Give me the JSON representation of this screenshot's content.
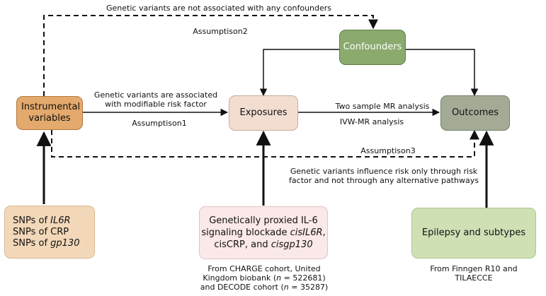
{
  "nodes": {
    "instrumental_variables": {
      "label": "Instrumental variables",
      "color": "#e4a96c",
      "border": "#b47a3e"
    },
    "exposures": {
      "label": "Exposures",
      "color": "#f2ddd0",
      "border": "#c9ab99"
    },
    "confounders": {
      "label": "Confounders",
      "color": "#8aaa6e",
      "border": "#5f7e4a"
    },
    "outcomes": {
      "label": "Outcomes",
      "color": "#a3ab97",
      "border": "#767e6b"
    },
    "snps": {
      "lines": [
        {
          "prefix": "SNPs of ",
          "gene": "IL6R"
        },
        {
          "prefix": "SNPs of CRP",
          "gene": ""
        },
        {
          "prefix": "SNPs of ",
          "gene": "gp130"
        }
      ],
      "color": "#f2d8b8",
      "border": "#d8b993"
    },
    "genetic_proxy": {
      "line1": "Genetically proxied IL-6",
      "line2_prefix": "signaling blockade ",
      "line2_italic": "cisIL6R",
      "line2_suffix": ",",
      "line3_prefix": "cisCRP, and ",
      "line3_italic": "cisgp130",
      "color": "#fbe8e8",
      "border": "#e2c3c3"
    },
    "epilepsy": {
      "label": "Epilepsy and subtypes",
      "color": "#cfe0b5",
      "border": "#aec591"
    }
  },
  "edge_labels": {
    "not_associated": "Genetic variants are not associated with any confounders",
    "assumption2": "Assumptison2",
    "associated_line1": "Genetic variants are associated",
    "associated_line2": "with modifiable risk factor",
    "assumption1": "Assumptison1",
    "two_sample": "Two sample MR analysis",
    "ivw": "IVW-MR analysis",
    "assumption3": "Assumptison3",
    "influence_line1": "Genetic variants influence risk only through risk",
    "influence_line2": "factor and not through any alternative pathways"
  },
  "sources": {
    "charge_line1": "From CHARGE cohort, United",
    "charge_line2_prefix": "Kingdom biobank (",
    "charge_line2_n": "n",
    "charge_line2_suffix": " = 522681)",
    "charge_line3_prefix": "and DECODE cohort (",
    "charge_line3_n": "n",
    "charge_line3_suffix": " = 35287)",
    "finngen_line1": "From Finngen R10 and",
    "finngen_line2": "TILAECCE"
  }
}
